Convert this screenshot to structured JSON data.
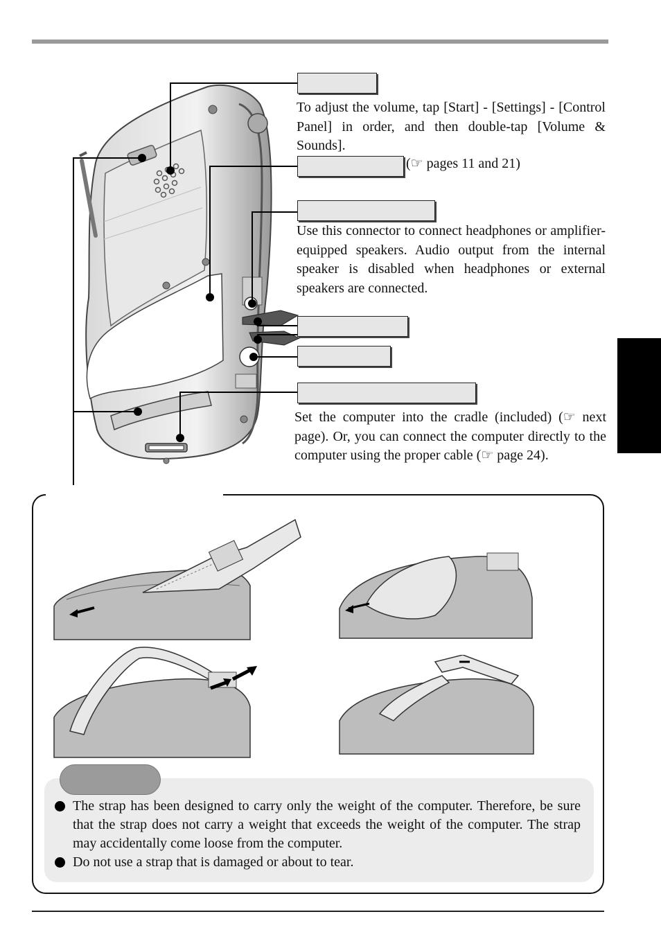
{
  "callouts": {
    "speaker": {
      "heading": "",
      "description": "To adjust the volume, tap [Start] - [Settings] - [Control Panel] in order, and then double-tap [Volume & Sounds]."
    },
    "card_slot": {
      "heading": "",
      "reference_prefix": "(",
      "reference_icon": "pointing-hand-icon",
      "reference_text": " pages 11 and 21)"
    },
    "headphone_jack": {
      "heading": "",
      "description": "Use this connector to connect headphones or amplifier-equipped speakers.  Audio output from the internal speaker is disabled when headphones or external speakers are connected."
    },
    "connector_a": {
      "heading": ""
    },
    "connector_b": {
      "heading": ""
    },
    "cradle_connector": {
      "heading": "",
      "description_1": "Set the computer into the cradle (included) (",
      "description_2": " next page). Or, you can connect the computer directly to the computer using the proper cable (",
      "description_3": " page 24)."
    }
  },
  "strap_section": {
    "heading": "",
    "caution": {
      "tag": "",
      "items": [
        "The strap has been designed to carry only the weight of the computer. Therefore, be sure that the strap does not carry a weight that exceeds the weight of the computer. The strap may accidentally come loose from the computer.",
        "Do not use a strap that is damaged or about to tear."
      ]
    }
  },
  "colors": {
    "label_box_fill": "#e6e6e6",
    "rule_gray": "#9a9a9a",
    "tab_black": "#000000",
    "caution_bg": "#ececec",
    "caution_tag": "#9b9b9b"
  }
}
